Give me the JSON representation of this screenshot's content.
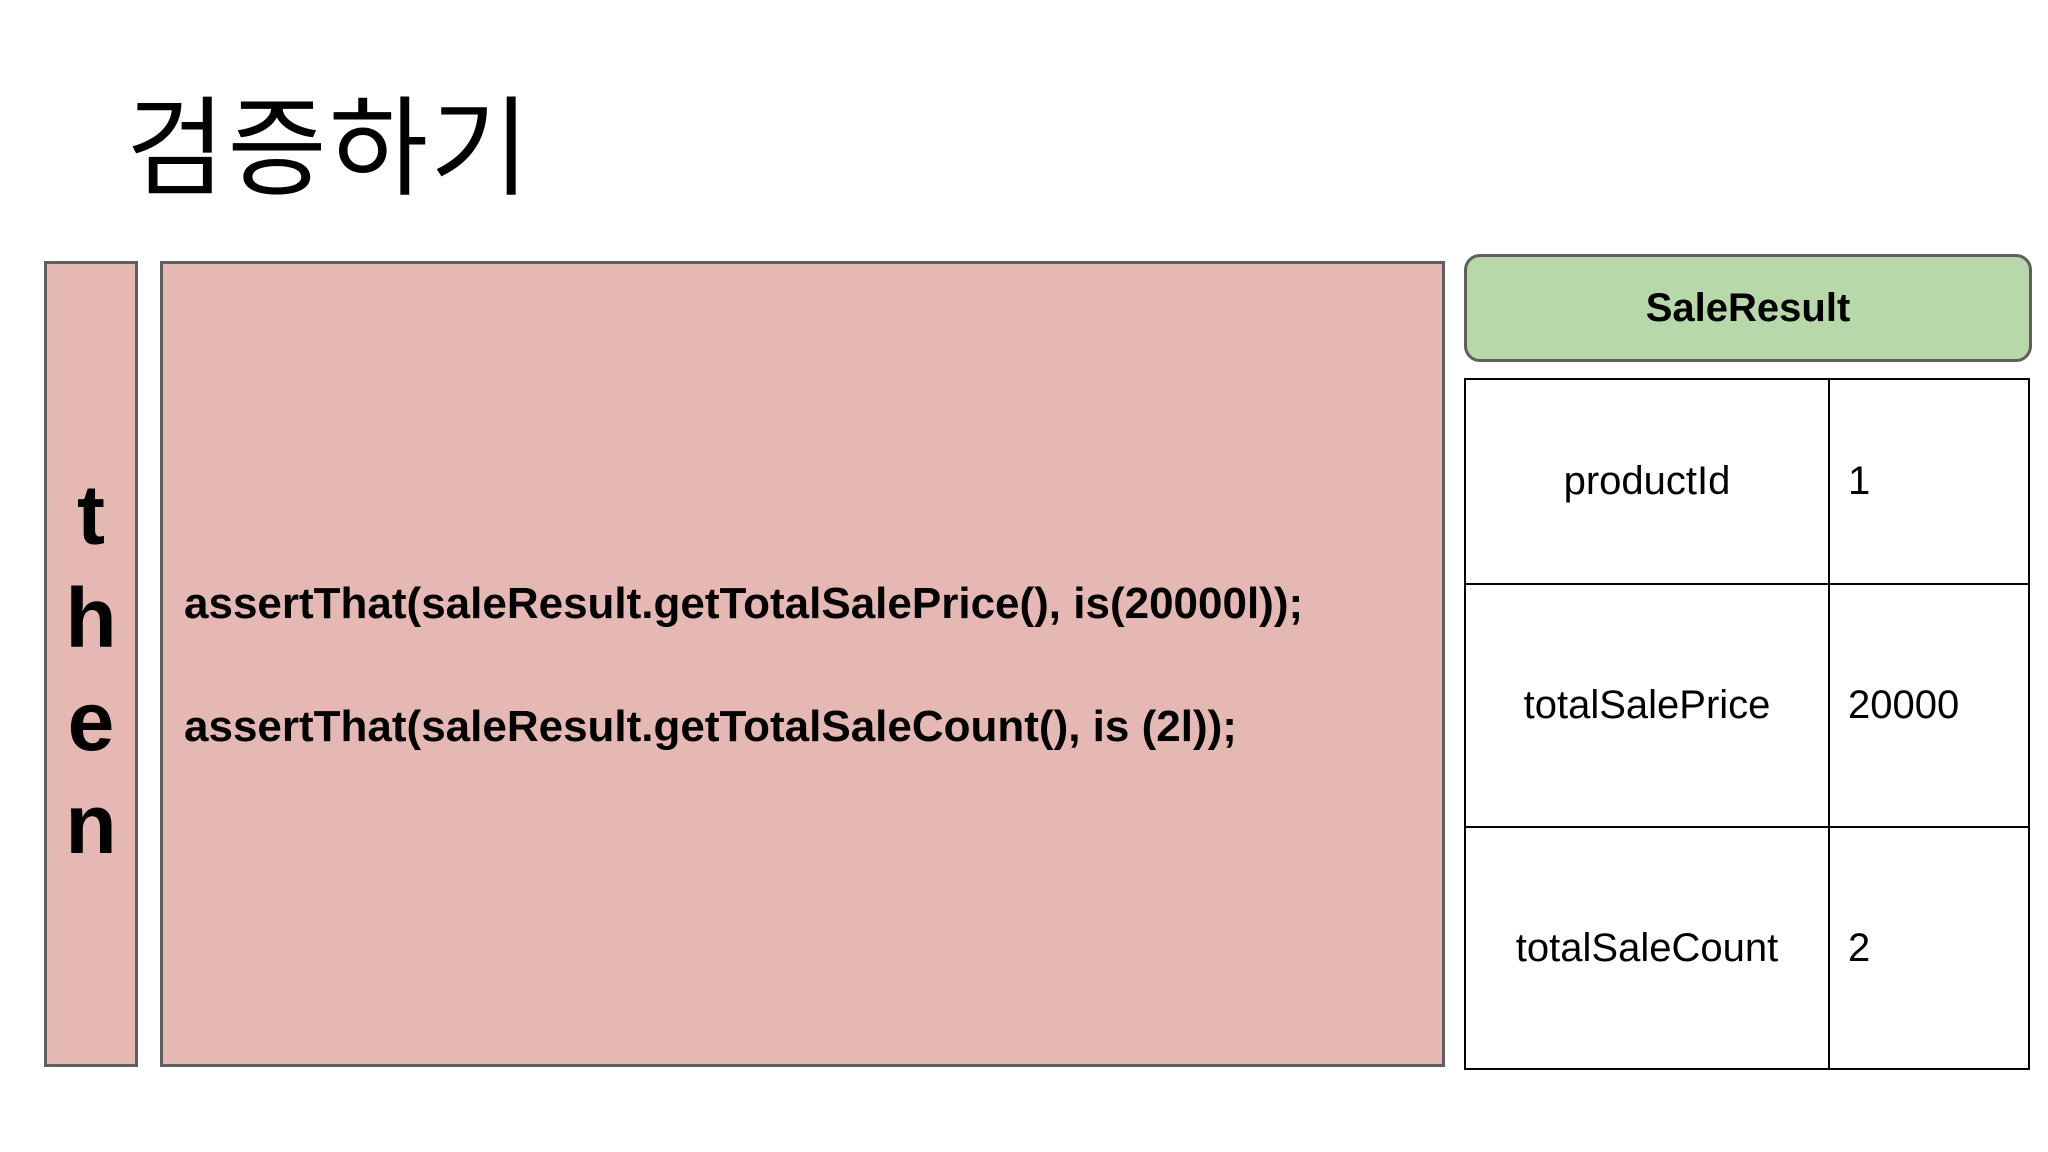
{
  "slide": {
    "title": "검증하기",
    "section_label": "then",
    "section_label_stacked": "t\nh\ne\nn"
  },
  "code": {
    "lines": [
      "assertThat(saleResult.getTotalSalePrice(), is(20000l));",
      "assertThat(saleResult.getTotalSaleCount(), is (2l));"
    ]
  },
  "result_object": {
    "class_name": "SaleResult",
    "fields": [
      {
        "name": "productId",
        "value": "1"
      },
      {
        "name": "totalSalePrice",
        "value": "20000"
      },
      {
        "name": "totalSaleCount",
        "value": "2"
      }
    ]
  },
  "colors": {
    "section_fill": "#e6b8b3",
    "header_fill": "#b7d8a8",
    "border": "#5f5f5f"
  }
}
